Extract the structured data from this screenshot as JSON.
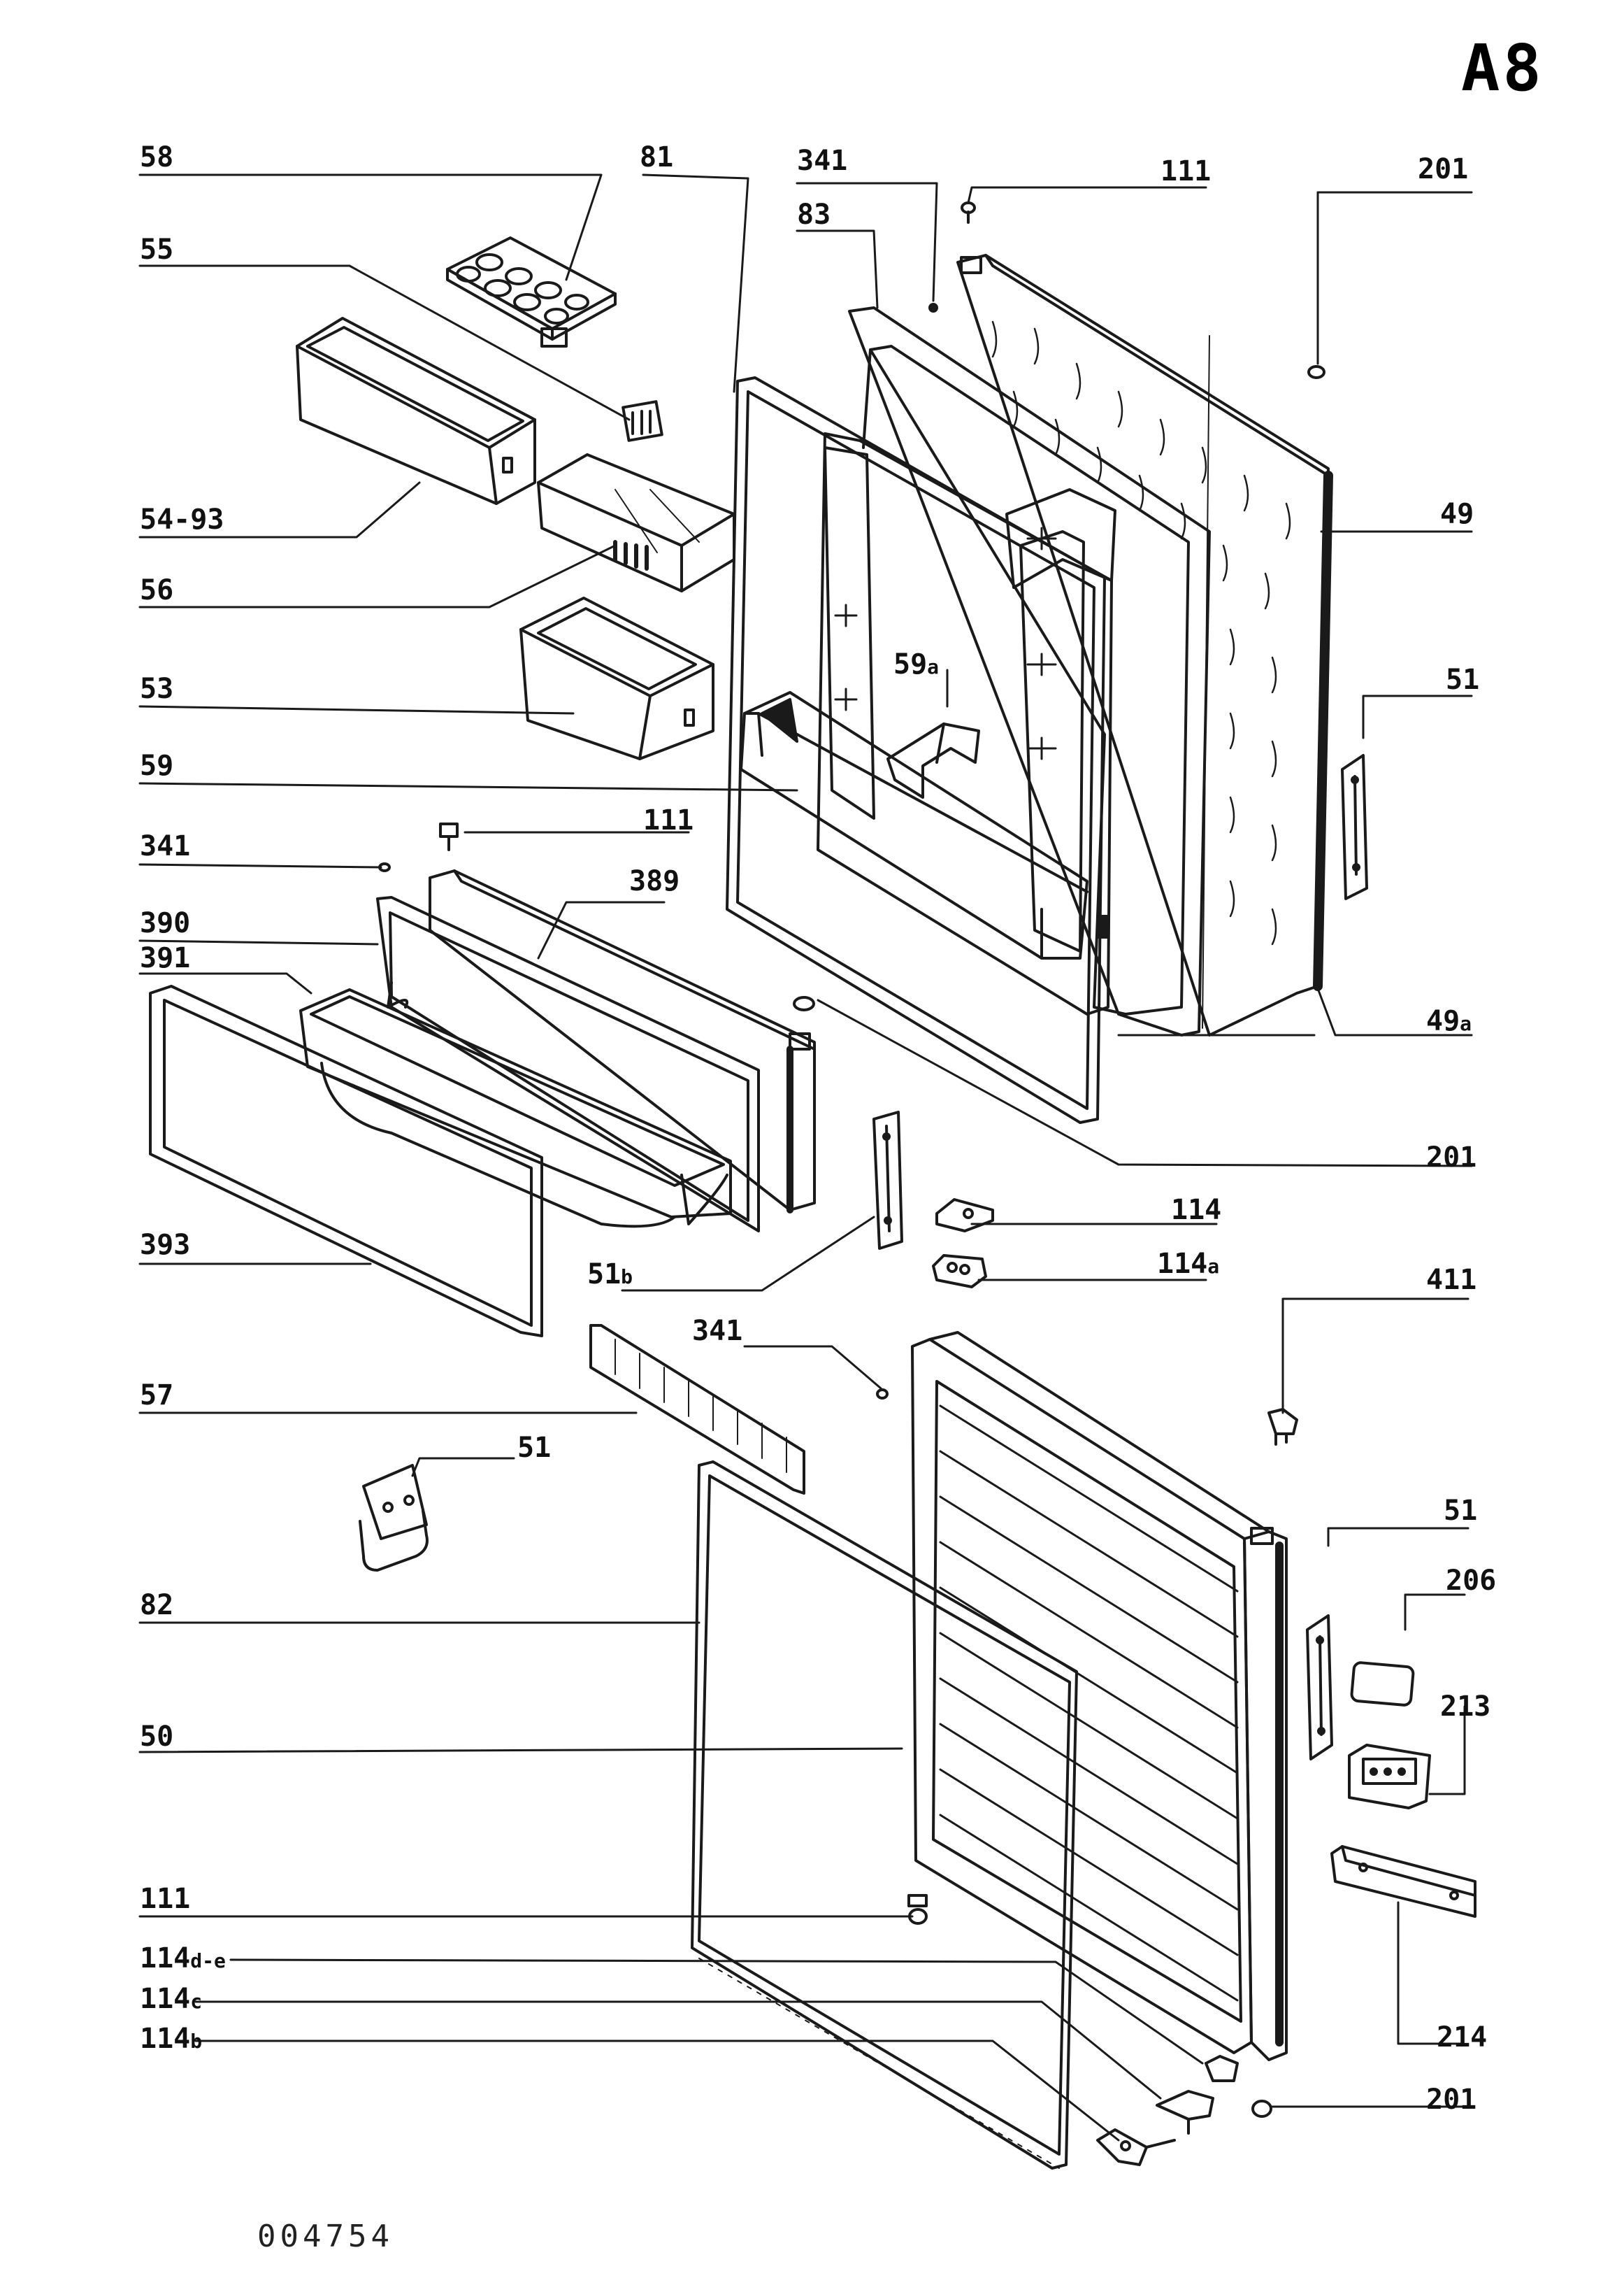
{
  "page_code": "A8",
  "document_number": "004754",
  "callouts": [
    {
      "id": "c-58",
      "text": "58"
    },
    {
      "id": "c-55",
      "text": "55"
    },
    {
      "id": "c-54-93",
      "text": "54-93"
    },
    {
      "id": "c-56",
      "text": "56"
    },
    {
      "id": "c-53",
      "text": "53"
    },
    {
      "id": "c-59",
      "text": "59"
    },
    {
      "id": "c-341-a",
      "text": "341"
    },
    {
      "id": "c-390",
      "text": "390"
    },
    {
      "id": "c-391",
      "text": "391"
    },
    {
      "id": "c-393",
      "text": "393"
    },
    {
      "id": "c-57",
      "text": "57"
    },
    {
      "id": "c-51-a",
      "text": "51"
    },
    {
      "id": "c-82",
      "text": "82"
    },
    {
      "id": "c-50",
      "text": "50"
    },
    {
      "id": "c-111-a",
      "text": "111"
    },
    {
      "id": "c-114d-e",
      "text": "114",
      "suffix": "d-e"
    },
    {
      "id": "c-114c",
      "text": "114",
      "suffix": "c"
    },
    {
      "id": "c-114b",
      "text": "114",
      "suffix": "b"
    },
    {
      "id": "c-81",
      "text": "81"
    },
    {
      "id": "c-341-b",
      "text": "341"
    },
    {
      "id": "c-83",
      "text": "83"
    },
    {
      "id": "c-111-b",
      "text": "111"
    },
    {
      "id": "c-201-a",
      "text": "201"
    },
    {
      "id": "c-49",
      "text": "49"
    },
    {
      "id": "c-51-b",
      "text": "51"
    },
    {
      "id": "c-59a",
      "text": "59",
      "suffix": "a"
    },
    {
      "id": "c-111-c",
      "text": "111"
    },
    {
      "id": "c-389",
      "text": "389"
    },
    {
      "id": "c-49a",
      "text": "49",
      "suffix": "a"
    },
    {
      "id": "c-201-b",
      "text": "201"
    },
    {
      "id": "c-114",
      "text": "114"
    },
    {
      "id": "c-114a",
      "text": "114",
      "suffix": "a"
    },
    {
      "id": "c-51b",
      "text": "51",
      "suffix": "b"
    },
    {
      "id": "c-411",
      "text": "411"
    },
    {
      "id": "c-341-c",
      "text": "341"
    },
    {
      "id": "c-51-c",
      "text": "51"
    },
    {
      "id": "c-206",
      "text": "206"
    },
    {
      "id": "c-213",
      "text": "213"
    },
    {
      "id": "c-214",
      "text": "214"
    },
    {
      "id": "c-201-c",
      "text": "201"
    }
  ]
}
